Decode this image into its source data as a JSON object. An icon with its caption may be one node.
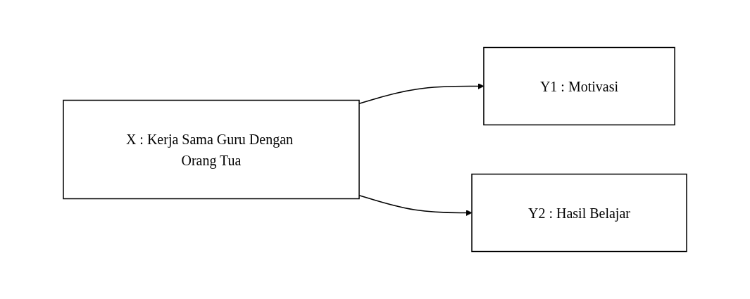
{
  "diagram": {
    "nodes": [
      {
        "text": [
          "X : Kerja Sama Guru Dengan Orang Tua"
        ]
      },
      {
        "text": [
          "Y1 : Motivasi"
        ]
      },
      {
        "text": [
          "Y2 : Hasil Belajar"
        ]
      }
    ],
    "edges": [
      {
        "from": 0,
        "to": 1,
        "arrow": "to"
      },
      {
        "from": 0,
        "to": 2,
        "arrow": "to"
      }
    ]
  }
}
